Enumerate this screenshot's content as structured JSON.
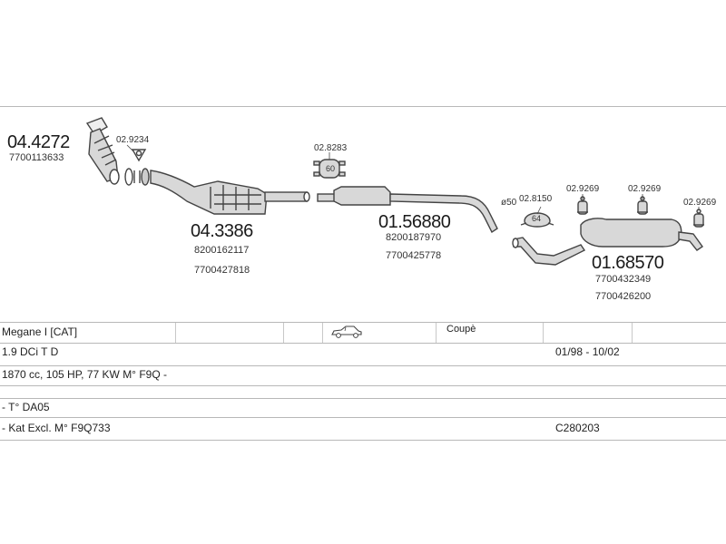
{
  "parts": {
    "p1": {
      "code": "04.4272",
      "refs": [
        "7700113633"
      ]
    },
    "p2": {
      "code": "02.9234"
    },
    "p3": {
      "code": "04.3386",
      "refs": [
        "8200162117",
        "7700427818"
      ]
    },
    "p4": {
      "code": "02.8283"
    },
    "p5": {
      "code": "01.56880",
      "refs": [
        "8200187970",
        "7700425778"
      ]
    },
    "p6": {
      "code": "02.8150",
      "prefix": "ø50"
    },
    "p7": {
      "code": "02.9269"
    },
    "p8": {
      "code": "02.9269"
    },
    "p9": {
      "code": "02.9269"
    },
    "p10": {
      "code": "01.68570",
      "refs": [
        "7700432349",
        "7700426200"
      ]
    }
  },
  "bubbles": {
    "b1": "60",
    "b2": "64"
  },
  "table": {
    "row1": {
      "model": "Megane I  [CAT]",
      "body": "Coupè",
      "body_icon": "car-coupe-icon"
    },
    "row2": {
      "engine": "1.9 DCi T D",
      "years": "01/98 - 10/02"
    },
    "row3": {
      "spec": "1870 cc, 105 HP, 77 KW M° F9Q -"
    },
    "row4": {
      "note": "- T° DA05"
    },
    "row5": {
      "note": "- Kat Excl. M° F9Q733",
      "code": "C280203"
    }
  },
  "colors": {
    "line": "#b8b8b8",
    "part": "#444444",
    "fill": "#d8d8d8"
  }
}
